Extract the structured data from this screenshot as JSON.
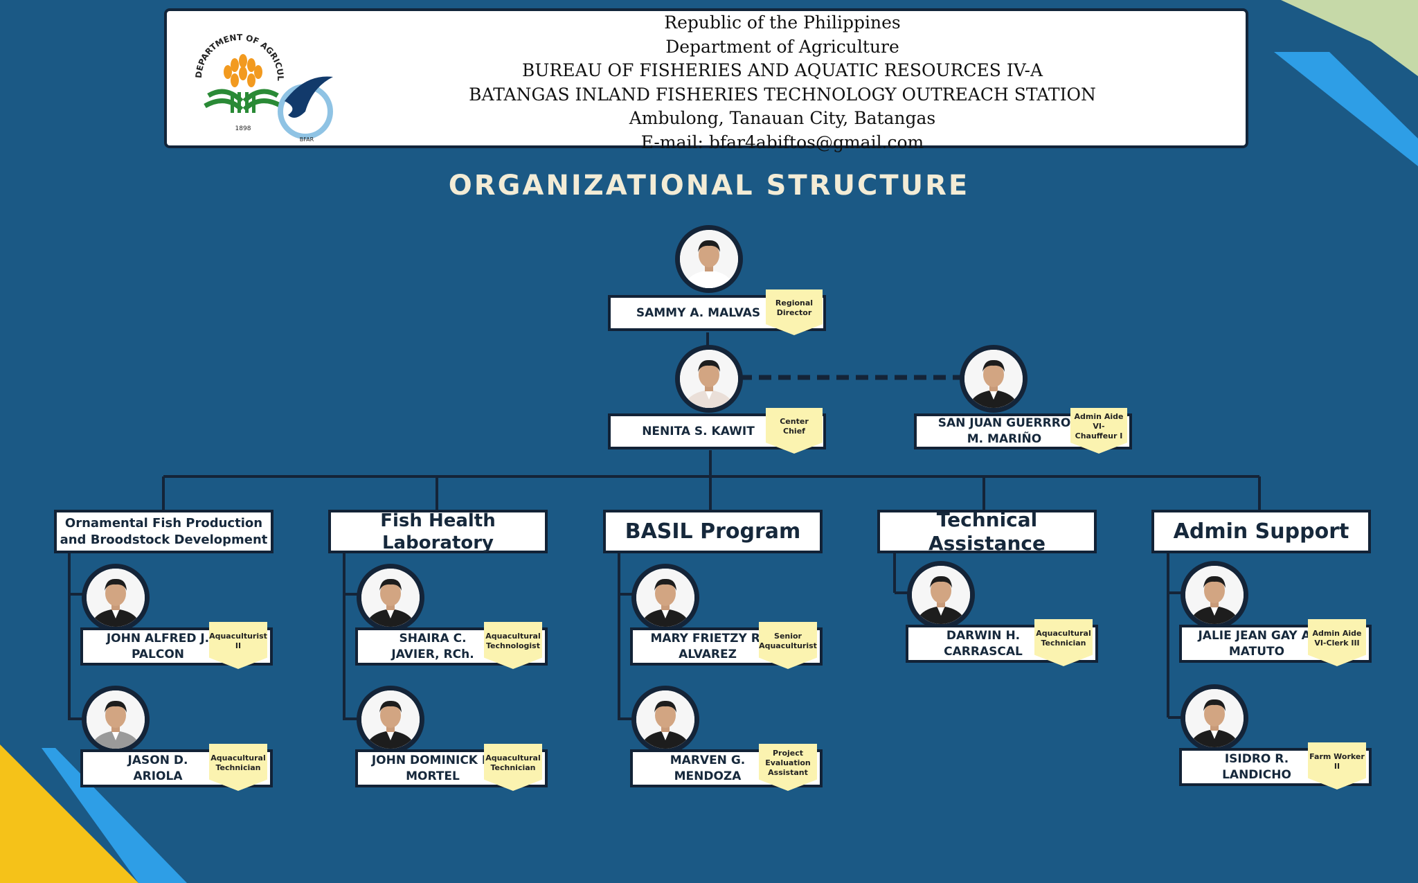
{
  "header": {
    "lines": [
      "Republic of the Philippines",
      "Department of Agriculture",
      "BUREAU OF FISHERIES AND AQUATIC RESOURCES IV-A",
      "BATANGAS INLAND FISHERIES TECHNOLOGY OUTREACH STATION",
      "Ambulong, Tanauan City, Batangas",
      "E-mail: bfar4abiftos@gmail.com"
    ],
    "seal_text": "DEPARTMENT OF AGRICULTURE",
    "seal_year": "1898",
    "logo2_text": "BFAR"
  },
  "title": "ORGANIZATIONAL STRUCTURE",
  "colors": {
    "background": "#1b5985",
    "box_border": "#122236",
    "badge": "#fbf3b0",
    "title": "#f3ecd6"
  },
  "top": [
    {
      "name": "SAMMY A. MALVAS",
      "position": "Regional\nDirector"
    },
    {
      "name": "NENITA S. KAWIT",
      "position": "Center\nChief"
    },
    {
      "name": "SAN JUAN GUERRRO\nM. MARIÑO",
      "position": "Admin Aide\nVI-\nChauffeur I"
    }
  ],
  "departments": [
    {
      "title": "Ornamental Fish Production\nand Broodstock Development",
      "members": [
        {
          "name": "JOHN ALFRED J.\nPALCON",
          "position": "Aquaculturist\nII"
        },
        {
          "name": "JASON D.\nARIOLA",
          "position": "Aquacultural\nTechnician"
        }
      ]
    },
    {
      "title": "Fish Health Laboratory",
      "members": [
        {
          "name": "SHAIRA C.\nJAVIER, RCh.",
          "position": "Aquacultural\nTechnologist"
        },
        {
          "name": "JOHN DOMINICK L.\nMORTEL",
          "position": "Aquacultural\nTechnician"
        }
      ]
    },
    {
      "title": "BASIL Program",
      "members": [
        {
          "name": "MARY FRIETZY R.\nALVAREZ",
          "position": "Senior\nAquaculturist"
        },
        {
          "name": "MARVEN G.\nMENDOZA",
          "position": "Project\nEvaluation\nAssistant"
        }
      ]
    },
    {
      "title": "Technical Assistance",
      "members": [
        {
          "name": "DARWIN H.\nCARRASCAL",
          "position": "Aquacultural\nTechnician"
        }
      ]
    },
    {
      "title": "Admin Support",
      "members": [
        {
          "name": "JALIE JEAN GAY A.\nMATUTO",
          "position": "Admin Aide\nVI-Clerk III"
        },
        {
          "name": "ISIDRO R.\nLANDICHO",
          "position": "Farm Worker\nII"
        }
      ]
    }
  ]
}
